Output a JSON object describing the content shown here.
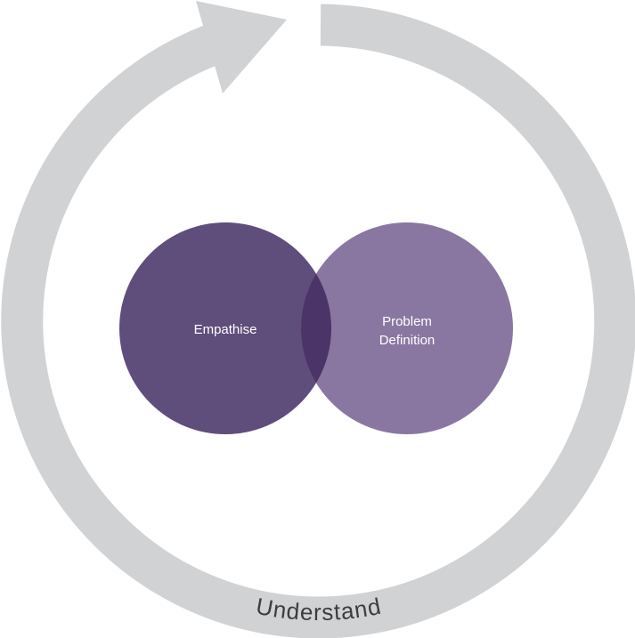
{
  "diagram": {
    "cycle_label": "Understand",
    "circles": [
      {
        "label_lines": [
          "Empathise"
        ]
      },
      {
        "label_lines": [
          "Problem",
          "Definition"
        ]
      }
    ]
  },
  "colors": {
    "ring": "#d1d2d4",
    "left_circle": "#5f4d7b",
    "right_circle": "#8977a1",
    "overlap": "#4b3467",
    "label": "#ffffff",
    "ring_text": "#3d3d3d"
  }
}
